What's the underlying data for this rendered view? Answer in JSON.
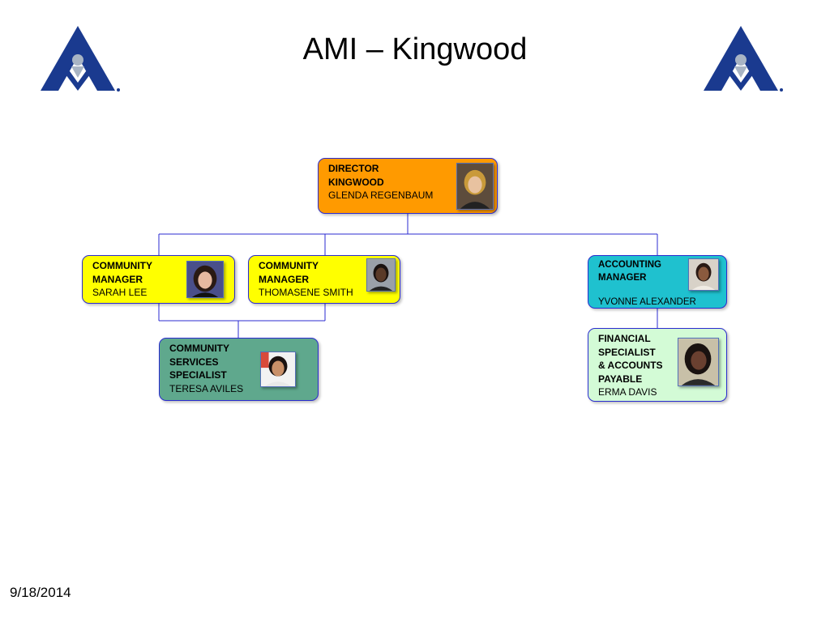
{
  "title": "AMI – Kingwood",
  "logo": {
    "icon": "ami-logo-icon",
    "color": "#1a3a8f",
    "accent": "#a8b4c4"
  },
  "org": {
    "director": {
      "role_line1": "DIRECTOR",
      "role_line2": "KINGWOOD",
      "name": "GLENDA REGENBAUM",
      "color": "#ff9a00"
    },
    "community_manager_1": {
      "role_line1": "COMMUNITY",
      "role_line2": "MANAGER",
      "name": "SARAH LEE",
      "color": "#ffff00"
    },
    "community_manager_2": {
      "role_line1": "COMMUNITY",
      "role_line2": "MANAGER",
      "name": "THOMASENE SMITH",
      "color": "#ffff00"
    },
    "accounting_manager": {
      "role_line1": "ACCOUNTING",
      "role_line2": "MANAGER",
      "name": "YVONNE ALEXANDER",
      "color": "#1fc1cf"
    },
    "community_services": {
      "role_line1": "COMMUNITY",
      "role_line2": "SERVICES",
      "role_line3": "SPECIALIST",
      "name": "TERESA AVILES",
      "color": "#5fa88d"
    },
    "financial_specialist": {
      "role_line1": "FINANCIAL",
      "role_line2": "SPECIALIST",
      "role_line3": "& ACCOUNTS",
      "role_line4": "PAYABLE",
      "name": "ERMA DAVIS",
      "color": "#d3fbd6"
    }
  },
  "connector_color": "#2b2bd0",
  "footer": {
    "date": "9/18/2014"
  }
}
